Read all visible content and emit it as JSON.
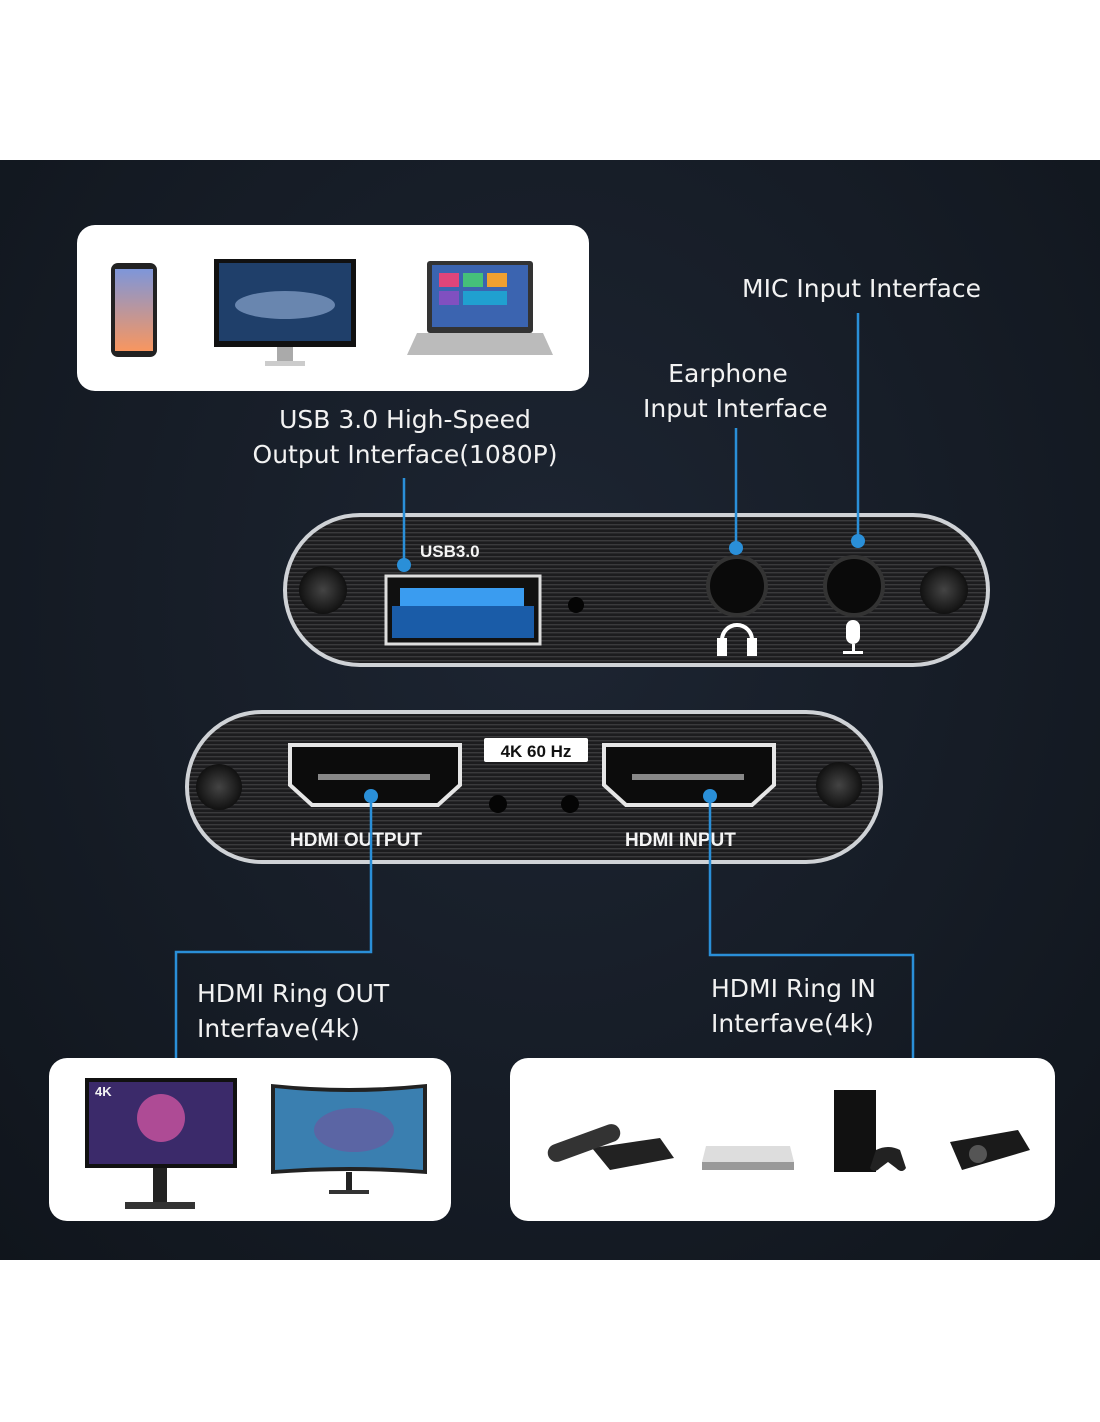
{
  "labels": {
    "mic": "MIC Input Interface",
    "earphone_line1": "Earphone",
    "earphone_line2": "Input Interface",
    "usb_line1": "USB 3.0 High-Speed",
    "usb_line2": "Output Interface(1080P)",
    "ring_out_line1": "HDMI Ring OUT",
    "ring_out_line2": "Interfave(4k)",
    "ring_in_line1": "HDMI Ring IN",
    "ring_in_line2": "Interfave(4k)"
  },
  "device": {
    "usb_port_label": "USB3.0",
    "resolution_badge": "4K 60 Hz",
    "hdmi_output_label": "HDMI OUTPUT",
    "hdmi_input_label": "HDMI INPUT",
    "monitor_badge": "4K"
  },
  "colors": {
    "accent": "#2a8fd8",
    "background": "#161c26",
    "usb_blue": "#3a9cf0"
  }
}
